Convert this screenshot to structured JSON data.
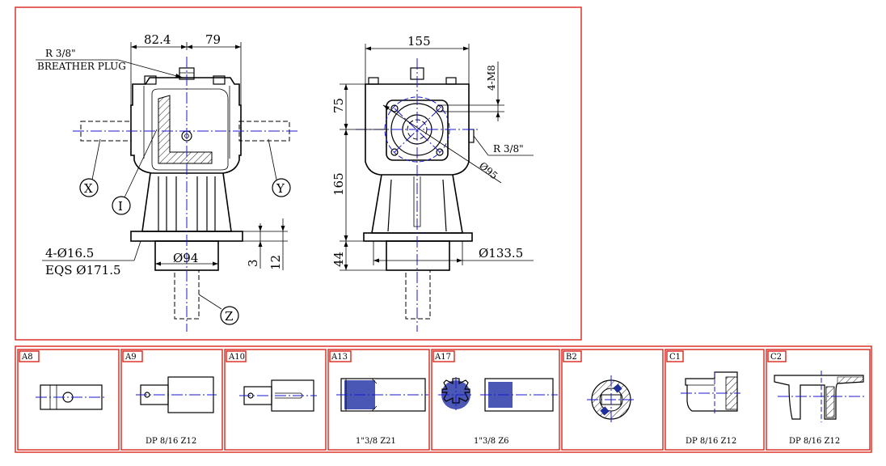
{
  "main_drawing": {
    "side_view": {
      "dim_top_left": "82.4",
      "dim_top_right": "79",
      "breather_thread": "R 3/8\"",
      "breather_label": "BREATHER PLUG",
      "label_x": "X",
      "label_y": "Y",
      "label_i": "I",
      "label_z": "Z",
      "holes_note": "4-Ø16.5",
      "eqs_note": "EQS Ø171.5",
      "pilot_dia": "Ø94",
      "dim_3": "3",
      "dim_12": "12"
    },
    "front_view": {
      "dim_width": "155",
      "dim_75": "75",
      "dim_165": "165",
      "dim_44": "44",
      "bolts": "4-M8",
      "plug_thread": "R 3/8\"",
      "flange_dia": "Ø95",
      "base_dia": "Ø133.5"
    }
  },
  "shaft_options": [
    {
      "code": "A8",
      "caption": ""
    },
    {
      "code": "A9",
      "caption": "DP 8/16 Z12"
    },
    {
      "code": "A10",
      "caption": ""
    },
    {
      "code": "A13",
      "caption": "1\"3/8 Z21"
    },
    {
      "code": "A17",
      "caption": "1\"3/8 Z6"
    },
    {
      "code": "B2",
      "caption": ""
    },
    {
      "code": "C1",
      "caption": "DP 8/16  Z12"
    },
    {
      "code": "C2",
      "caption": "DP 8/16  Z12"
    }
  ],
  "colors": {
    "frame": "#d9261c",
    "centerline": "#1a1acc",
    "line": "#000000"
  }
}
